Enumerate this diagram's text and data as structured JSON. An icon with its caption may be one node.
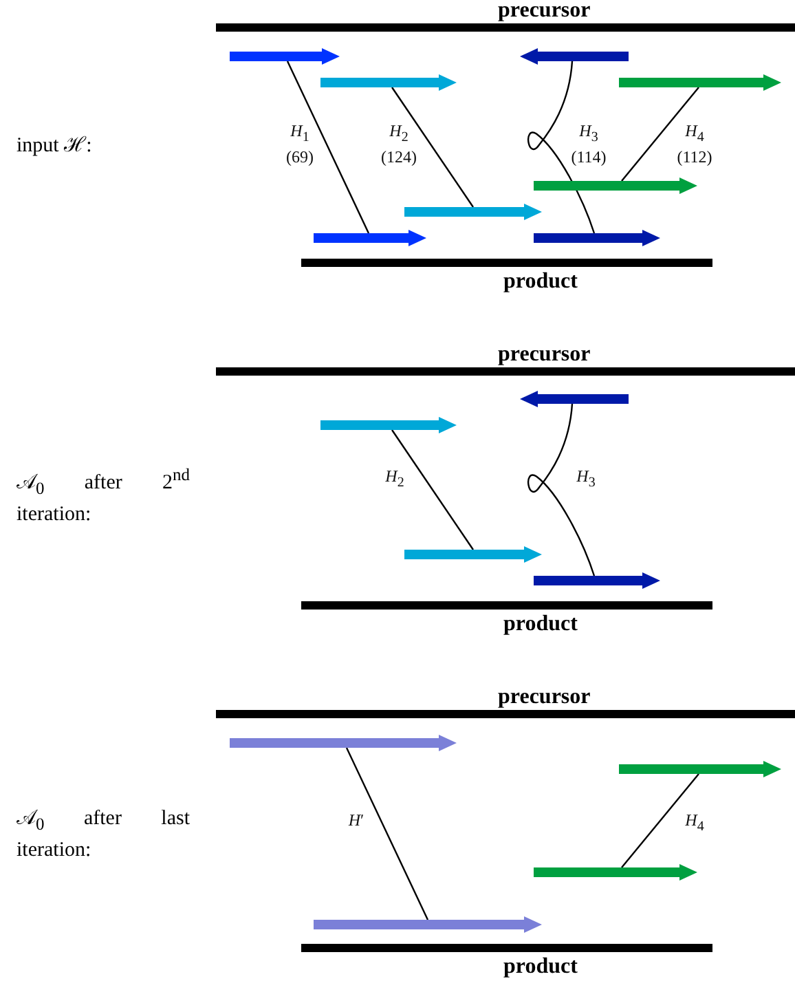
{
  "diagram": {
    "nodes": [
      {
        "text": [
          "precursor"
        ]
      },
      {
        "text": [],
        "shape": "arrow"
      },
      {
        "text": [],
        "shape": "arrow"
      },
      {
        "text": [],
        "shape": "arrow"
      },
      {
        "text": [],
        "shape": "arrow"
      },
      {
        "text": [],
        "shape": "arrow"
      },
      {
        "text": [],
        "shape": "arrow"
      },
      {
        "text": [],
        "shape": "arrow"
      },
      {
        "text": [],
        "shape": "arrow"
      },
      {
        "text": [
          "product"
        ]
      },
      {
        "text": [
          "precursor"
        ]
      },
      {
        "text": [],
        "shape": "arrow"
      },
      {
        "text": [],
        "shape": "arrow"
      },
      {
        "text": [],
        "shape": "arrow"
      },
      {
        "text": [],
        "shape": "arrow"
      },
      {
        "text": [
          "product"
        ]
      },
      {
        "text": [
          "precursor"
        ]
      },
      {
        "text": [],
        "shape": "arrow"
      },
      {
        "text": [],
        "shape": "arrow"
      },
      {
        "text": [],
        "shape": "arrow"
      },
      {
        "text": [],
        "shape": "arrow"
      },
      {
        "text": [
          "product"
        ]
      }
    ],
    "edges": [
      {
        "from": 1,
        "to": 7,
        "arrow": "none",
        "label": "*H*$_{1}$ (69)"
      },
      {
        "from": 3,
        "to": 6,
        "arrow": "none",
        "label": "*H*$_{2}$ (124)"
      },
      {
        "from": 2,
        "to": 8,
        "arrow": "none",
        "label": "*H*$_{3}$ (114)"
      },
      {
        "from": 4,
        "to": 5,
        "arrow": "none",
        "label": "*H*$_{4}$ (112)"
      },
      {
        "from": 12,
        "to": 13,
        "arrow": "none",
        "label": "*H*$_{2}$"
      },
      {
        "from": 11,
        "to": 14,
        "arrow": "none",
        "label": "*H*$_{3}$"
      },
      {
        "from": 17,
        "to": 20,
        "arrow": "none",
        "label": "*H*′"
      },
      {
        "from": 18,
        "to": 19,
        "arrow": "none",
        "label": "*H*$_{4}$"
      }
    ],
    "labels": [
      "input ℋ:",
      "𝒜$_{0}$ after 2$^{nd}$ iteration:",
      "𝒜$_{0}$ after last iteration:"
    ]
  }
}
